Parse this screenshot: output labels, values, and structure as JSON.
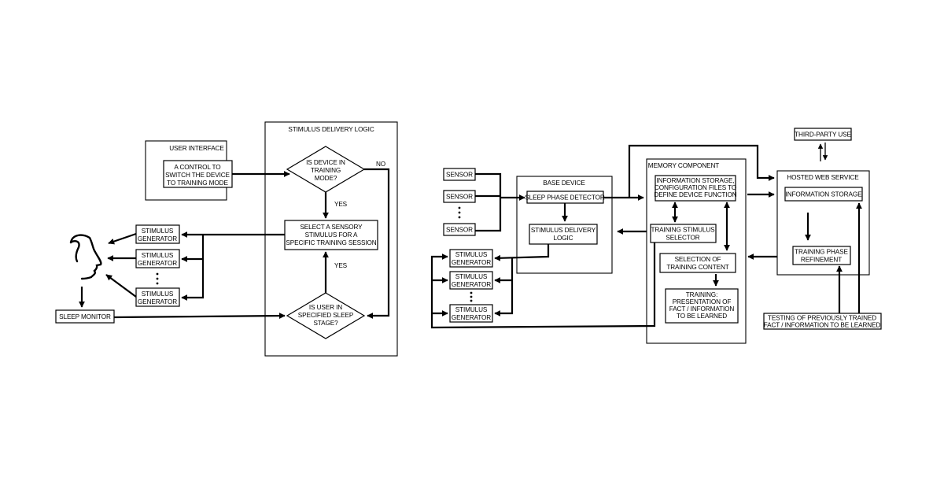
{
  "left_diagram": {
    "user_interface": {
      "title": "USER INTERFACE",
      "control": [
        "A CONTROL TO",
        "SWITCH THE DEVICE",
        "TO TRAINING MODE"
      ]
    },
    "stimulus_delivery_logic": {
      "title": "STIMULUS DELIVERY LOGIC",
      "decision_training_mode": [
        "IS DEVICE IN",
        "TRAINING",
        "MODE?"
      ],
      "no_label": "NO",
      "yes_label_top": "YES",
      "select_stimulus": [
        "SELECT A SENSORY",
        "STIMULUS FOR A",
        "SPECIFIC TRAINING SESSION"
      ],
      "yes_label_bottom": "YES",
      "decision_sleep_stage": [
        "IS USER IN",
        "SPECIFIED SLEEP",
        "STAGE?"
      ]
    },
    "generators": [
      [
        "STIMULUS",
        "GENERATOR"
      ],
      [
        "STIMULUS",
        "GENERATOR"
      ],
      [
        "STIMULUS",
        "GENERATOR"
      ]
    ],
    "sleep_monitor": "SLEEP MONITOR"
  },
  "right_diagram": {
    "sensors": [
      "SENSOR",
      "SENSOR",
      "SENSOR"
    ],
    "base_device": {
      "title": "BASE DEVICE",
      "sleep_phase_detector": "SLEEP PHASE DETECTOR",
      "stimulus_delivery_logic": [
        "STIMULUS DELIVERY",
        "LOGIC"
      ]
    },
    "generators": [
      [
        "STIMULUS",
        "GENERATOR"
      ],
      [
        "STIMULUS",
        "GENERATOR"
      ],
      [
        "STIMULUS",
        "GENERATOR"
      ]
    ],
    "memory_component": {
      "title": "MEMORY COMPONENT",
      "information_storage": [
        "INFORMATION STORAGE,",
        "CONFIGURATION FILES TO",
        "DEFINE DEVICE FUNCTION"
      ],
      "training_stimulus_selector": [
        "TRAINING STIMULUS",
        "SELECTOR"
      ],
      "selection_of_training_content": [
        "SELECTION OF",
        "TRAINING CONTENT"
      ],
      "training_presentation": [
        "TRAINING:",
        "PRESENTATION OF",
        "FACT / INFORMATION",
        "TO BE LEARNED"
      ]
    },
    "third_party_use": "THIRD-PARTY USE",
    "hosted_web_service": {
      "title": "HOSTED WEB SERVICE",
      "information_storage": "INFORMATION STORAGE",
      "training_phase_refinement": [
        "TRAINING PHASE",
        "REFINEMENT"
      ]
    },
    "testing": [
      "TESTING OF PREVIOUSLY TRAINED",
      "FACT / INFORMATION TO BE LEARNED"
    ]
  }
}
